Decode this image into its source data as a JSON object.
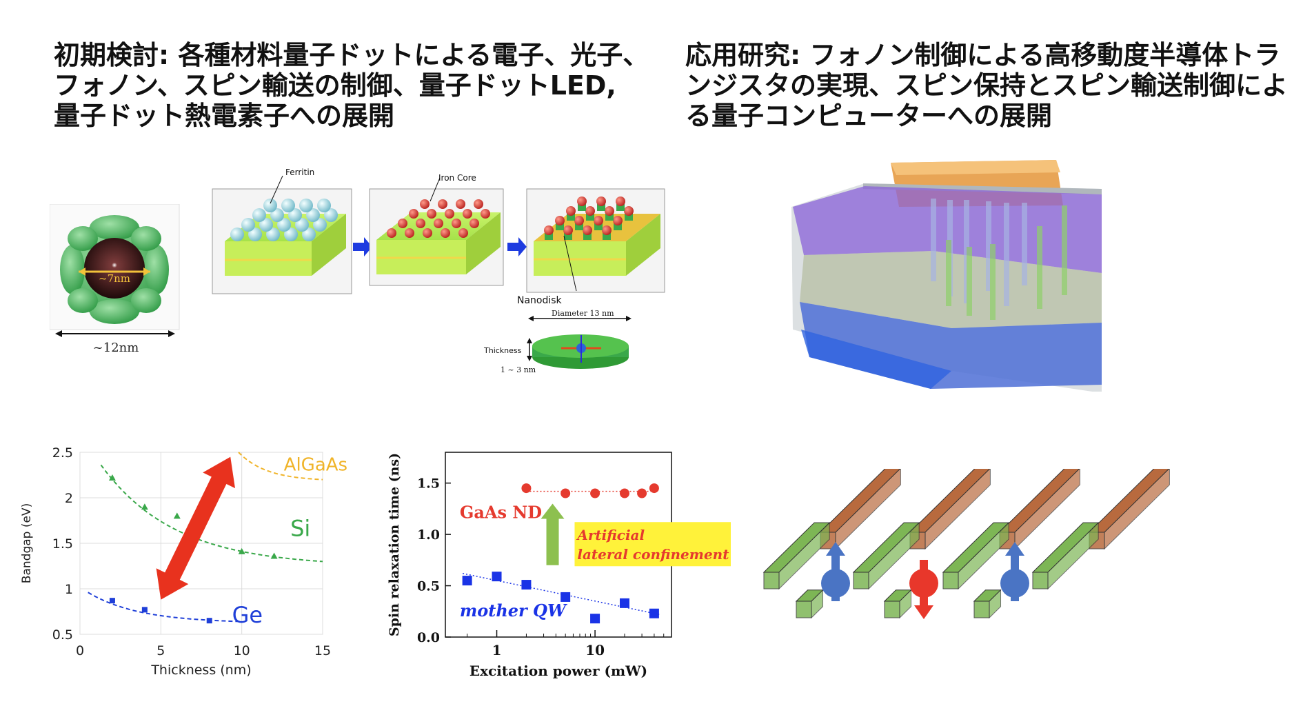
{
  "headings": {
    "left": [
      "初期検討: 各種材料量子ドットによる電子、光子、",
      "フォノン、スピン輸送の制御、量子ドットLED,",
      "量子ドット熱電素子への展開"
    ],
    "right": [
      "応用研究: フォノン制御による高移動度半導体トラ",
      "ンジスタの実現、スピン保持とスピン輸送制御によ",
      "る量子コンピューターへの展開"
    ]
  },
  "ferritin_labels": {
    "inner_diameter": "~7nm",
    "outer_diameter": "~12nm",
    "ferritin": "Ferritin",
    "iron_core": "Iron Core",
    "nanodisk": "Nanodisk",
    "diameter": "Diameter 13 nm",
    "thickness": "Thickness",
    "thickness_range": "1 ~ 3 nm"
  },
  "colors": {
    "ge": "#1f3fd8",
    "si": "#3aa84a",
    "algaas": "#f0b429",
    "arrow_red": "#e8321e",
    "gaas": "#e53a2e",
    "qw": "#1a33e6",
    "highlight": "#fff23a",
    "up_arrow": "#8dc04f",
    "wire_green": "#7db655",
    "wire_brown": "#b86a3e",
    "spin_blue": "#4a74c4",
    "spin_red": "#e8372b"
  },
  "chart_data": [
    {
      "type": "scatter",
      "xlabel": "Thickness (nm)",
      "ylabel": "Bandgap (eV)",
      "xlim": [
        0,
        15
      ],
      "ylim": [
        0.5,
        2.5
      ],
      "xticks": [
        "0",
        "5",
        "10",
        "15"
      ],
      "yticks": [
        "0.5",
        "1",
        "1.5",
        "2",
        "2.5"
      ],
      "series": [
        {
          "name": "AlGaAs",
          "x": [],
          "y": [],
          "fit_x": [
            9.8,
            15
          ],
          "fit_y": [
            2.5,
            2.2
          ]
        },
        {
          "name": "Si",
          "x": [
            2,
            4,
            6,
            10,
            12
          ],
          "y": [
            2.22,
            1.9,
            1.8,
            1.41,
            1.36
          ],
          "fit_x": [
            1.3,
            15
          ],
          "fit_y": [
            2.36,
            1.3
          ]
        },
        {
          "name": "Ge",
          "x": [
            2,
            4,
            8
          ],
          "y": [
            0.87,
            0.77,
            0.65
          ],
          "fit_x": [
            0.5,
            10
          ],
          "fit_y": [
            0.96,
            0.64
          ]
        }
      ]
    },
    {
      "type": "scatter",
      "xlabel": "Excitation power (mW)",
      "ylabel": "Spin relaxation time (ns)",
      "xscale": "log",
      "xlim": [
        0.3,
        60
      ],
      "ylim": [
        0,
        1.8
      ],
      "xticks": [
        "1",
        "10"
      ],
      "yticks": [
        "0.0",
        "0.5",
        "1.0",
        "1.5"
      ],
      "series": [
        {
          "name": "GaAs ND",
          "x": [
            2,
            5,
            10,
            20,
            30,
            40
          ],
          "y": [
            1.45,
            1.4,
            1.4,
            1.4,
            1.4,
            1.45
          ]
        },
        {
          "name": "mother QW",
          "x": [
            0.5,
            1,
            2,
            5,
            10,
            20,
            40
          ],
          "y": [
            0.55,
            0.59,
            0.51,
            0.39,
            0.18,
            0.33,
            0.23
          ]
        }
      ],
      "annotation": [
        "Artificial",
        "lateral confinement"
      ]
    }
  ]
}
